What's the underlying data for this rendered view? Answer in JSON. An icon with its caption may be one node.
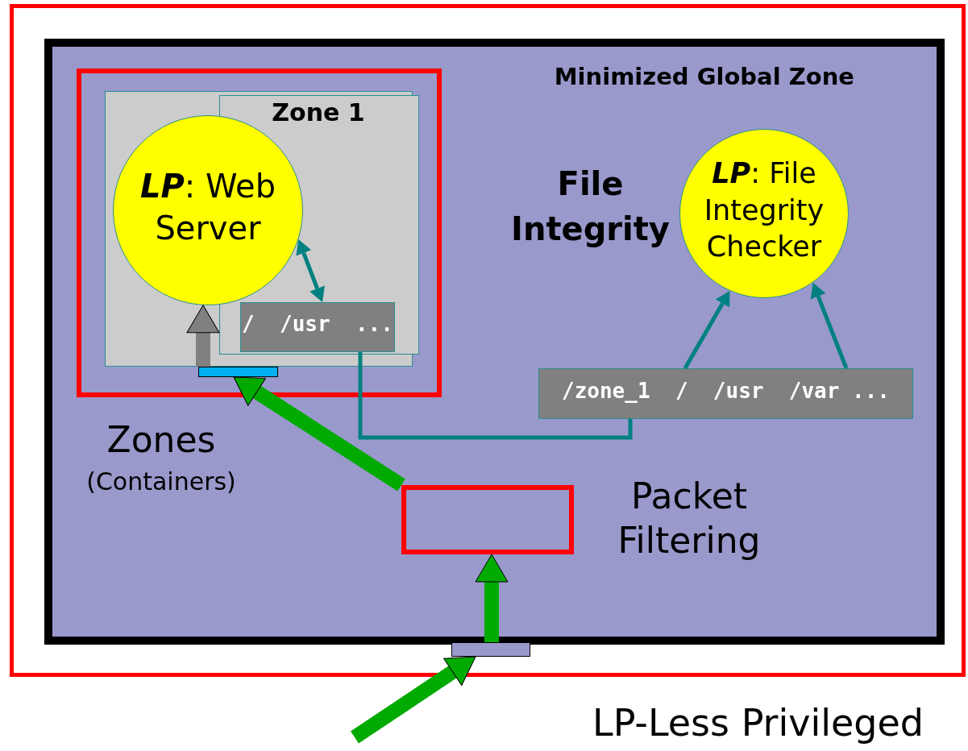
{
  "diagram": {
    "nodes": [
      {
        "text": [],
        "shape": "box"
      },
      {
        "text": [
          "Minimized Global Zone"
        ],
        "in": 0
      },
      {
        "text": [],
        "shape": "box",
        "beside": [
          "Zones",
          "(Containers)"
        ],
        "in": 1
      },
      {
        "text": [],
        "shape": "box",
        "in": 2
      },
      {
        "text": [
          "Zone 1"
        ],
        "in": 3
      },
      {
        "text": [
          "**LP**: Web Server"
        ],
        "in": 3
      },
      {
        "text": [
          "/  /usr  ..."
        ],
        "in": 4
      },
      {
        "text": [],
        "shape": "bar",
        "in": 2
      },
      {
        "text": [
          "**LP**: File Integrity Checker"
        ],
        "beside": [
          "File Integrity"
        ],
        "in": 1
      },
      {
        "text": [
          "/zone_1  /  /usr  /var ..."
        ],
        "in": 1
      },
      {
        "text": [],
        "shape": "box",
        "beside": [
          "Packet Filtering"
        ],
        "in": 1
      },
      {
        "text": [],
        "shape": "bar",
        "in": 0
      }
    ],
    "edges": [
      {
        "from": 6,
        "to": 5,
        "arrow": "both"
      },
      {
        "from": 6,
        "to": 9,
        "arrow": "none"
      },
      {
        "from": 9,
        "to": 8,
        "arrow": "to"
      },
      {
        "from": 9,
        "to": 8,
        "arrow": "to"
      },
      {
        "from": 7,
        "to": 5,
        "arrow": "to",
        "style": "thick",
        "color": "#808080"
      },
      {
        "from": 10,
        "to": 7,
        "arrow": "to",
        "style": "thick",
        "color": "#00aa00"
      },
      {
        "from": 11,
        "to": 10,
        "arrow": "to",
        "style": "thick",
        "color": "#00aa00"
      },
      {
        "from": null,
        "to": 11,
        "arrow": "to",
        "style": "thick",
        "color": "#00aa00"
      }
    ],
    "labels": [
      "LP-Less Privileged"
    ]
  }
}
